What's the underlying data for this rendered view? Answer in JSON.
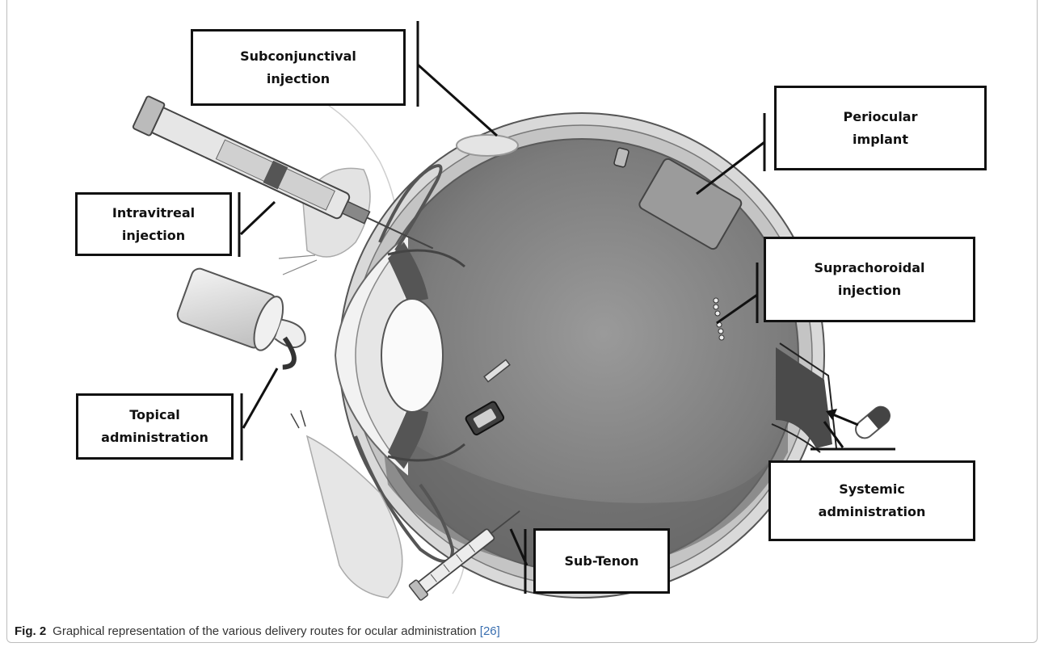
{
  "labels": {
    "subconjunctival": "Subconjunctival\ninjection",
    "periocular": "Periocular\nimplant",
    "intravitreal": "Intravitreal\ninjection",
    "suprachoroidal": "Suprachoroidal\ninjection",
    "topical": "Topical\nadministration",
    "systemic": "Systemic\nadministration",
    "subtenon": "Sub-Tenon"
  },
  "caption": {
    "figure_label": "Fig. 2",
    "text": "Graphical representation of the various delivery routes for ocular administration ",
    "reference": "[26]"
  },
  "colors": {
    "box_border": "#111111",
    "eye_fill": "#8a8a8a",
    "caption_link": "#3a6fb0"
  }
}
